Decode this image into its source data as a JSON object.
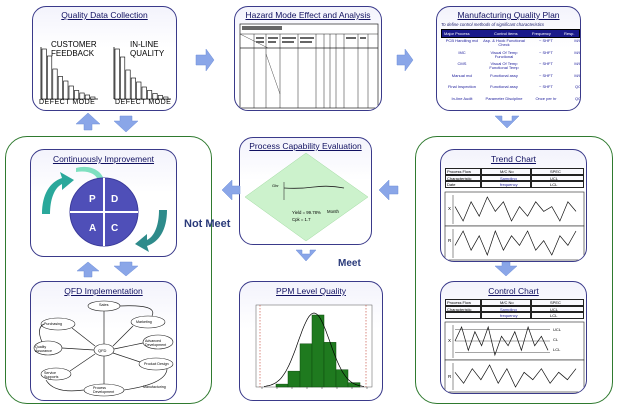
{
  "panels": {
    "qdc": {
      "title": "Quality Data Collection",
      "left_label": "CUSTOMER FEEDBACK",
      "right_label": "IN-LINE QUALITY",
      "axis_label": "DEFECT MODE"
    },
    "hmea": {
      "title": "Hazard Mode Effect and Analysis"
    },
    "mqp": {
      "title": "Manufacturing Quality Plan",
      "subtitle": "To define control methods of significant characteristics",
      "headers": [
        "Major Process",
        "Control items",
        "Frequency",
        "Resp."
      ],
      "rows": [
        [
          "PCB Handling mcl",
          "Asp. & Hook Functional Check",
          "~ SHFT",
          "M/C"
        ],
        [
          "IMC",
          "Visual Of Temp Functional",
          "~ SHFT",
          "M/C"
        ],
        [
          "CMS",
          "Visual Of Temp Functional Temp",
          "~ SHFT",
          "M/C"
        ],
        [
          "Manual mcl",
          "Functional assy",
          "~ SHFT",
          "M/C"
        ],
        [
          "Final Inspection",
          "Functional assy",
          "~ SHFT",
          "QC"
        ],
        [
          "In-line Audit",
          "Parameter Discipline",
          "Once per hr",
          "QC"
        ]
      ]
    },
    "pce": {
      "title": "Process Capability Evaluation",
      "y_label": "Ghr",
      "label_a": "Yield = 99.78%",
      "label_b": "Cpk = 1.7",
      "label_c": "Month"
    },
    "ci": {
      "title": "Continuously Improvement",
      "quadrants": [
        "P",
        "D",
        "A",
        "C"
      ]
    },
    "qfd": {
      "title": "QFD Implementation",
      "top": "Sales",
      "center": "QFD",
      "nodes": [
        "Purchasing",
        "Marketing",
        "Quality Assurance",
        "Advanced Development",
        "Product Design",
        "Manufacturing",
        "Service Supports",
        "Process Development"
      ]
    },
    "ppm": {
      "title": "PPM Level Quality"
    },
    "trend": {
      "title": "Trend Chart",
      "header_cells": [
        "Process Flow",
        "M/C No",
        "SPEC",
        "Characteristic",
        "Sampling frequency",
        "UCL",
        "Date",
        "",
        "LCL"
      ],
      "x_label": "X",
      "r_label": "R"
    },
    "control": {
      "title": "Control Chart",
      "header_cells": [
        "Process Flow",
        "M/C No",
        "SPEC",
        "Characteristic",
        "Sampling frequency",
        "UCL",
        "",
        "",
        "LCL"
      ],
      "x_label": "X",
      "r_label": "R",
      "ucl": "UCL",
      "cl": "CL",
      "lcl": "LCL"
    }
  },
  "labels": {
    "not_meet": "Not Meet",
    "meet": "Meet"
  },
  "colors": {
    "arrow": "#8aa6e8",
    "pdca_circle": "#4f4fb8",
    "pdca_arrow": "#2e8b8b",
    "ppm_bar": "#1f7a1f",
    "pce_bg": "#ccf2cc",
    "border_green": "#2f7a2f"
  },
  "chart_data": [
    {
      "type": "bar",
      "name_ref": "customer-feedback-pareto",
      "values": [
        100,
        86,
        60,
        45,
        36,
        26,
        17,
        12,
        8,
        4
      ]
    },
    {
      "type": "bar",
      "name_ref": "in-line-quality-pareto",
      "values": [
        100,
        84,
        58,
        42,
        34,
        24,
        17,
        11,
        7,
        4
      ]
    },
    {
      "type": "bar",
      "name_ref": "ppm-histogram",
      "values": [
        4,
        22,
        60,
        100,
        62,
        24,
        6
      ]
    },
    {
      "type": "line",
      "name_ref": "trend-x",
      "values": [
        5,
        2,
        6,
        3,
        7,
        4,
        6,
        2,
        5,
        3,
        6,
        4,
        5,
        2,
        6,
        4
      ]
    },
    {
      "type": "line",
      "name_ref": "trend-r",
      "values": [
        3,
        6,
        2,
        5,
        1,
        6,
        2,
        5,
        3,
        6,
        2,
        4,
        1,
        5,
        3,
        6
      ]
    },
    {
      "type": "line",
      "name_ref": "control-x",
      "values": [
        4,
        7,
        2,
        6,
        3,
        7,
        1,
        5,
        3,
        6,
        2,
        7,
        3,
        5,
        2
      ]
    },
    {
      "type": "line",
      "name_ref": "control-r",
      "values": [
        5,
        2,
        6,
        3,
        7,
        2,
        6,
        1,
        5,
        3,
        6,
        2,
        5,
        3,
        6
      ]
    }
  ]
}
